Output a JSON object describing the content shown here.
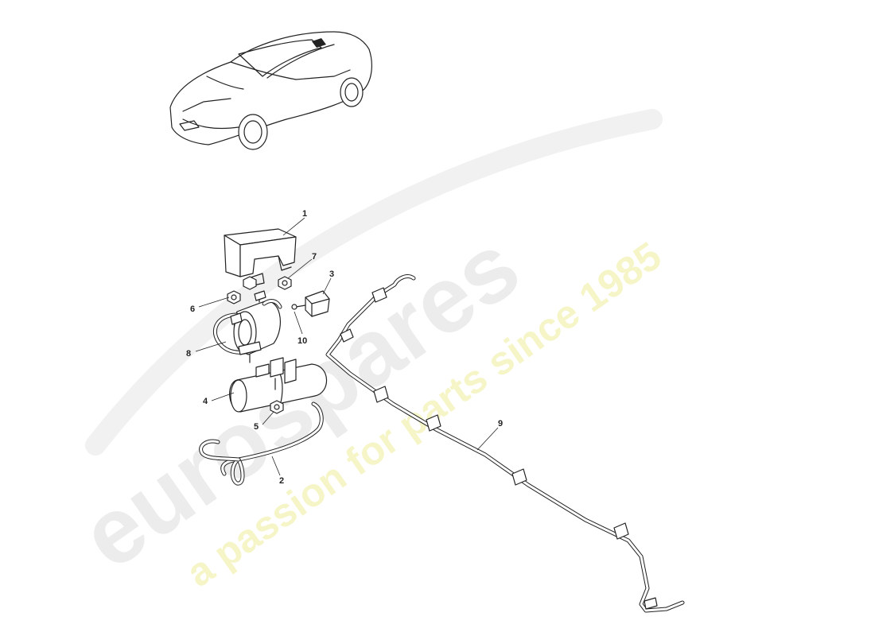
{
  "watermark": {
    "brand": "eurospares",
    "tagline": "a passion for parts since 1985"
  },
  "callouts": [
    "1",
    "2",
    "3",
    "4",
    "5",
    "6",
    "7",
    "8",
    "9",
    "10"
  ],
  "colors": {
    "line": "#222222",
    "watermark_brand": "#ececec",
    "watermark_tagline": "#f2f2b0"
  }
}
